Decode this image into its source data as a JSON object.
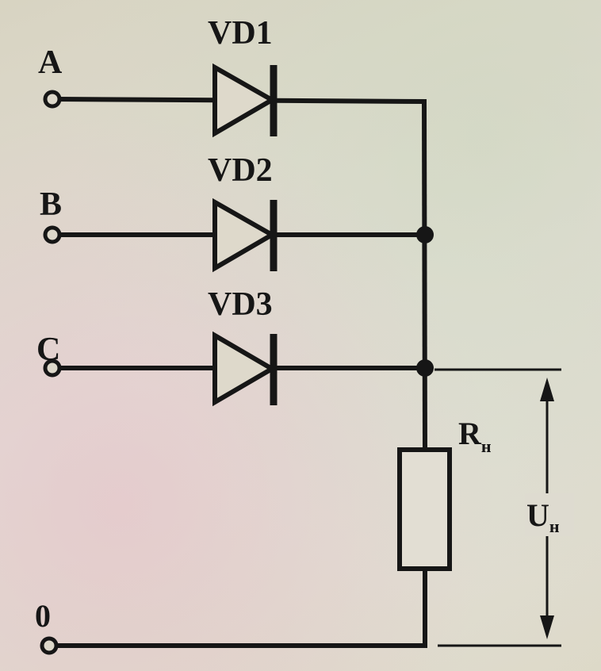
{
  "terminals": {
    "a": "A",
    "b": "B",
    "c": "C",
    "zero": "0"
  },
  "diodes": {
    "vd1": "VD1",
    "vd2": "VD2",
    "vd3": "VD3"
  },
  "load": {
    "resistor_main": "R",
    "resistor_sub": "н",
    "voltage_main": "U",
    "voltage_sub": "н"
  }
}
